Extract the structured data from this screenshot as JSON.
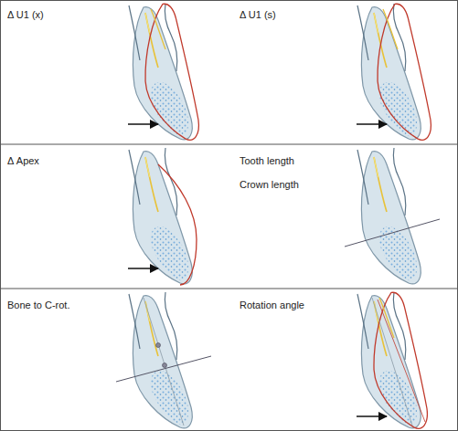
{
  "diagram": {
    "labels": [
      "Δ U1 (x)",
      "Δ U1 (s)",
      "Δ Apex",
      "Tooth length",
      "Crown length",
      "Bone to C-rot.",
      "Rotation angle"
    ]
  }
}
